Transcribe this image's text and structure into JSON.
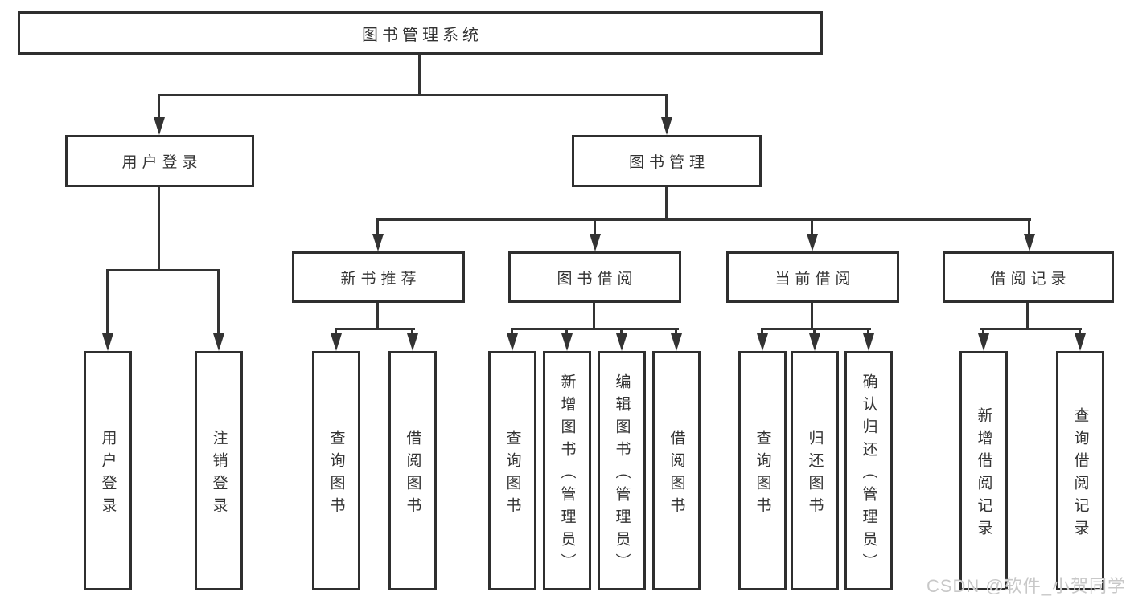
{
  "colors": {
    "line": "#333333",
    "text": "#333333",
    "border": "#2f2f2f",
    "fill": "#ffffff",
    "bg": "#ffffff",
    "watermark": "#c8c8c8"
  },
  "tree": {
    "root": {
      "label": "图书管理系统"
    },
    "level2": [
      {
        "label": "用户登录"
      },
      {
        "label": "图书管理"
      }
    ],
    "level3": [
      {
        "label": "新书推荐",
        "parent": "图书管理"
      },
      {
        "label": "图书借阅",
        "parent": "图书管理"
      },
      {
        "label": "当前借阅",
        "parent": "图书管理"
      },
      {
        "label": "借阅记录",
        "parent": "图书管理"
      }
    ],
    "leaves": [
      {
        "label": "用户登录",
        "parent": "用户登录"
      },
      {
        "label": "注销登录",
        "parent": "用户登录"
      },
      {
        "label": "查询图书",
        "parent": "新书推荐"
      },
      {
        "label": "借阅图书",
        "parent": "新书推荐"
      },
      {
        "label": "查询图书",
        "parent": "图书借阅"
      },
      {
        "label": "新增图书（管理员）",
        "parent": "图书借阅"
      },
      {
        "label": "编辑图书（管理员）",
        "parent": "图书借阅"
      },
      {
        "label": "借阅图书",
        "parent": "图书借阅"
      },
      {
        "label": "查询图书",
        "parent": "当前借阅"
      },
      {
        "label": "归还图书",
        "parent": "当前借阅"
      },
      {
        "label": "确认归还（管理员）",
        "parent": "当前借阅"
      },
      {
        "label": "新增借阅记录",
        "parent": "借阅记录"
      },
      {
        "label": "查询借阅记录",
        "parent": "借阅记录"
      }
    ]
  },
  "watermark": {
    "text": "CSDN @软件_小贺同学"
  }
}
